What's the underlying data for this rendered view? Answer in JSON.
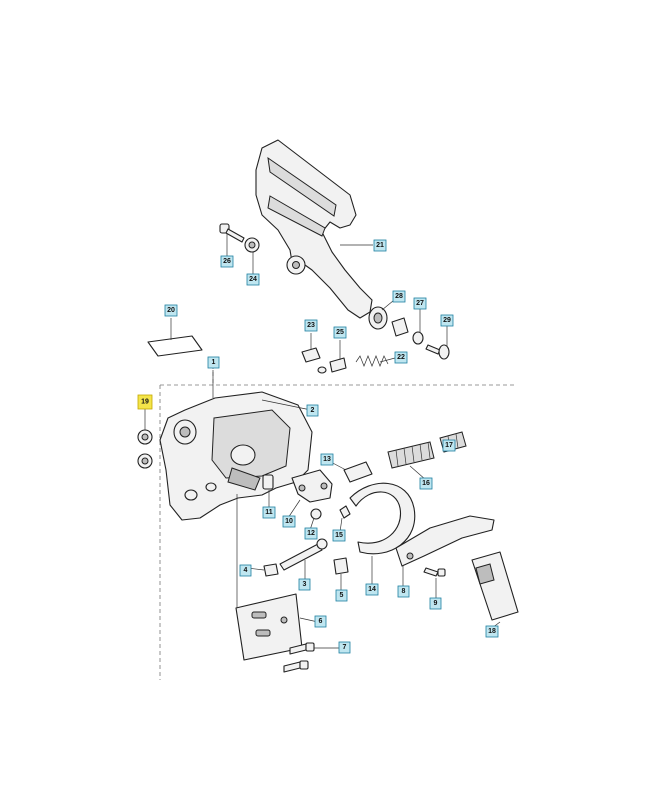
{
  "callouts": [
    {
      "label": "1"
    },
    {
      "label": "2"
    },
    {
      "label": "3"
    },
    {
      "label": "4"
    },
    {
      "label": "5"
    },
    {
      "label": "6"
    },
    {
      "label": "7"
    },
    {
      "label": "8"
    },
    {
      "label": "9"
    },
    {
      "label": "10"
    },
    {
      "label": "11"
    },
    {
      "label": "12"
    },
    {
      "label": "13"
    },
    {
      "label": "14"
    },
    {
      "label": "15"
    },
    {
      "label": "16"
    },
    {
      "label": "17"
    },
    {
      "label": "18"
    },
    {
      "label": "19",
      "highlighted": true
    },
    {
      "label": "20"
    },
    {
      "label": "21"
    },
    {
      "label": "22"
    },
    {
      "label": "23"
    },
    {
      "label": "24"
    },
    {
      "label": "25"
    },
    {
      "label": "26"
    },
    {
      "label": "27"
    },
    {
      "label": "28"
    },
    {
      "label": "29"
    }
  ],
  "colors": {
    "callout_fill": "#bfe6f0",
    "callout_highlight": "#f4e54a",
    "line": "#222222"
  }
}
